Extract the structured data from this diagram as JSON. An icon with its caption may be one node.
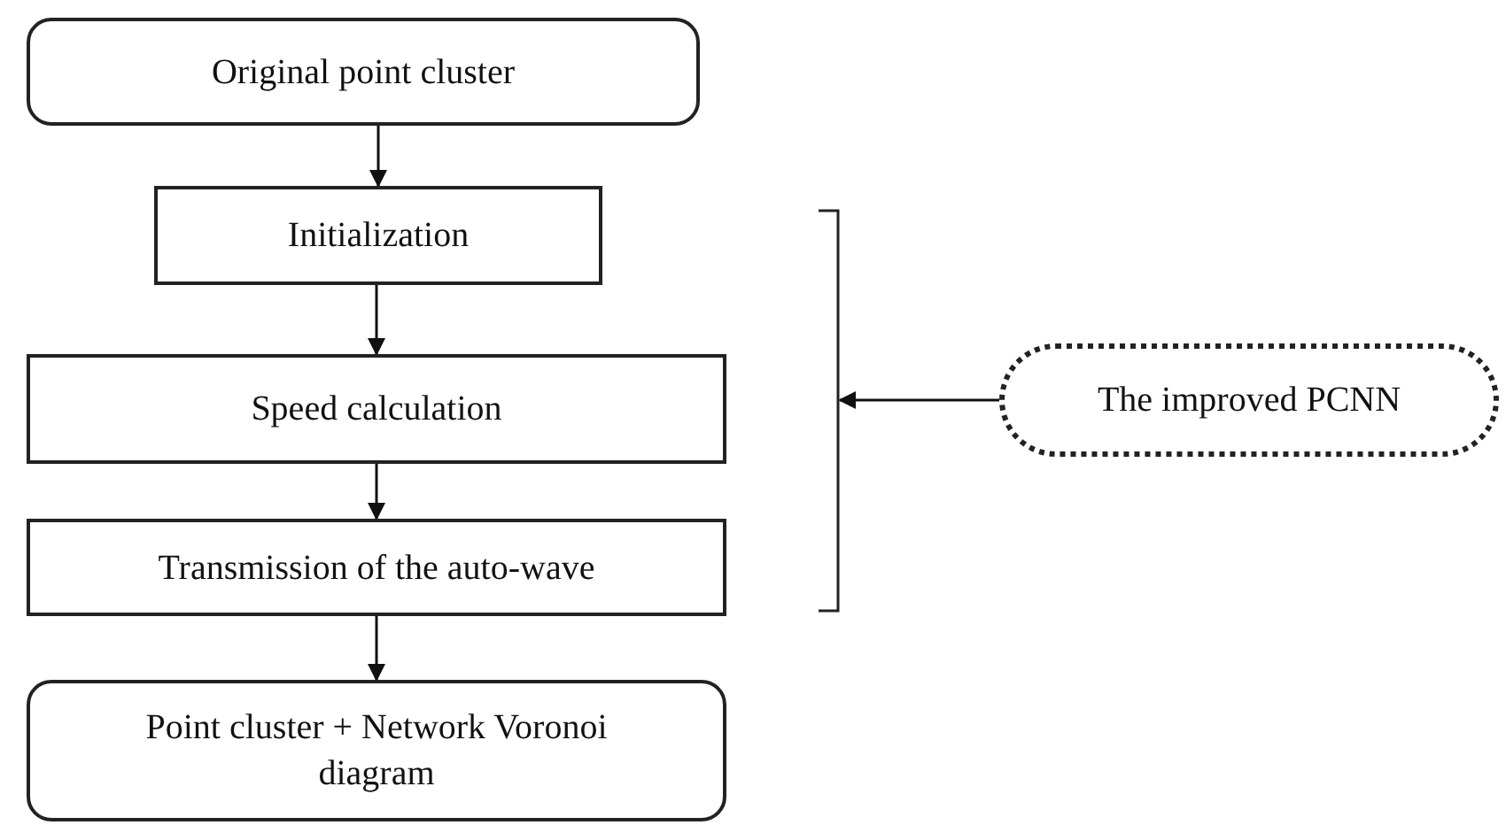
{
  "diagram": {
    "nodes": [
      {
        "text": [
          "Original point cluster"
        ]
      },
      {
        "text": [
          "Initialization"
        ]
      },
      {
        "text": [
          "Speed calculation"
        ]
      },
      {
        "text": [
          "Transmission of the auto-wave"
        ]
      },
      {
        "text": [
          "Point cluster + Network Voronoi diagram"
        ]
      },
      {
        "text": [],
        "shape": "bracket"
      },
      {
        "text": [
          "The improved PCNN"
        ]
      }
    ],
    "edges": [
      {
        "from": 0,
        "to": 1,
        "arrow": "to"
      },
      {
        "from": 1,
        "to": 2,
        "arrow": "to"
      },
      {
        "from": 2,
        "to": 3,
        "arrow": "to"
      },
      {
        "from": 3,
        "to": 4,
        "arrow": "to"
      },
      {
        "from": 6,
        "to": 5,
        "arrow": "to"
      }
    ]
  }
}
